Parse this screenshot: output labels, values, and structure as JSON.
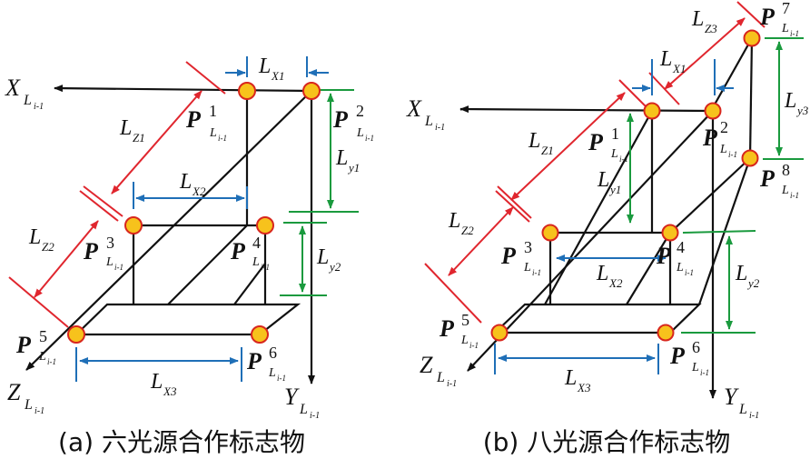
{
  "colors": {
    "frame": "#111111",
    "red": "#e0262e",
    "blue": "#1f6fb7",
    "green": "#1a9a3e",
    "marker_fill": "#f7c21c",
    "marker_stroke": "#d8261d"
  },
  "axis_base": "L",
  "axis_sub": "i-1",
  "point_base": "P",
  "length_base": "L",
  "left": {
    "caption": "(a) 六光源合作标志物",
    "axes": {
      "x": "X",
      "y": "Y",
      "z": "Z"
    },
    "points": [
      "1",
      "2",
      "3",
      "4",
      "5",
      "6"
    ],
    "dims": {
      "lx1": "X1",
      "lx2": "X2",
      "lx3": "X3",
      "ly1": "y1",
      "ly2": "y2",
      "lz1": "Z1",
      "lz2": "Z2"
    }
  },
  "right": {
    "caption": "(b) 八光源合作标志物",
    "axes": {
      "x": "X",
      "y": "Y",
      "z": "Z"
    },
    "points": [
      "1",
      "2",
      "3",
      "4",
      "5",
      "6",
      "7",
      "8"
    ],
    "dims": {
      "lx1": "X1",
      "lx2": "X2",
      "lx3": "X3",
      "ly1": "y1",
      "ly2": "y2",
      "ly3": "y3",
      "lz1": "Z1",
      "lz2": "Z2",
      "lz3": "Z3"
    }
  }
}
